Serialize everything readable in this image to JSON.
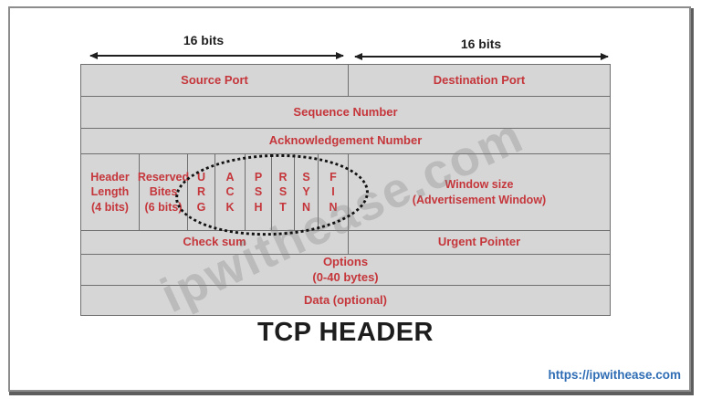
{
  "header": {
    "bit_label_left": "16 bits",
    "bit_label_right": "16 bits"
  },
  "table": {
    "row_ports": {
      "source": "Source Port",
      "destination": "Destination Port"
    },
    "row_sequence": "Sequence Number",
    "row_ack": "Acknowledgement Number",
    "row_flags": {
      "header_length": "Header\nLength\n(4 bits)",
      "reserved": "Reserved\nBites\n(6 bits)",
      "flags": [
        "U\nR\nG",
        "A\nC\nK",
        "P\nS\nH",
        "R\nS\nT",
        "S\nY\nN",
        "F\nI\nN"
      ],
      "window": "Window size\n(Advertisement Window)"
    },
    "row_checksum": {
      "checksum": "Check sum",
      "urgent": "Urgent Pointer"
    },
    "row_options": "Options\n(0-40 bytes)",
    "row_data": "Data (optional)"
  },
  "title": "TCP HEADER",
  "watermark": "ipwithease.com",
  "footer_url": "https://ipwithease.com",
  "colors": {
    "cell_background": "#d6d6d6",
    "cell_border": "#6f6f6f",
    "label_red": "#c5363b",
    "title_black": "#1d1d1d",
    "url_blue": "#2f6db5",
    "frame_gray": "#8c8c8c"
  }
}
